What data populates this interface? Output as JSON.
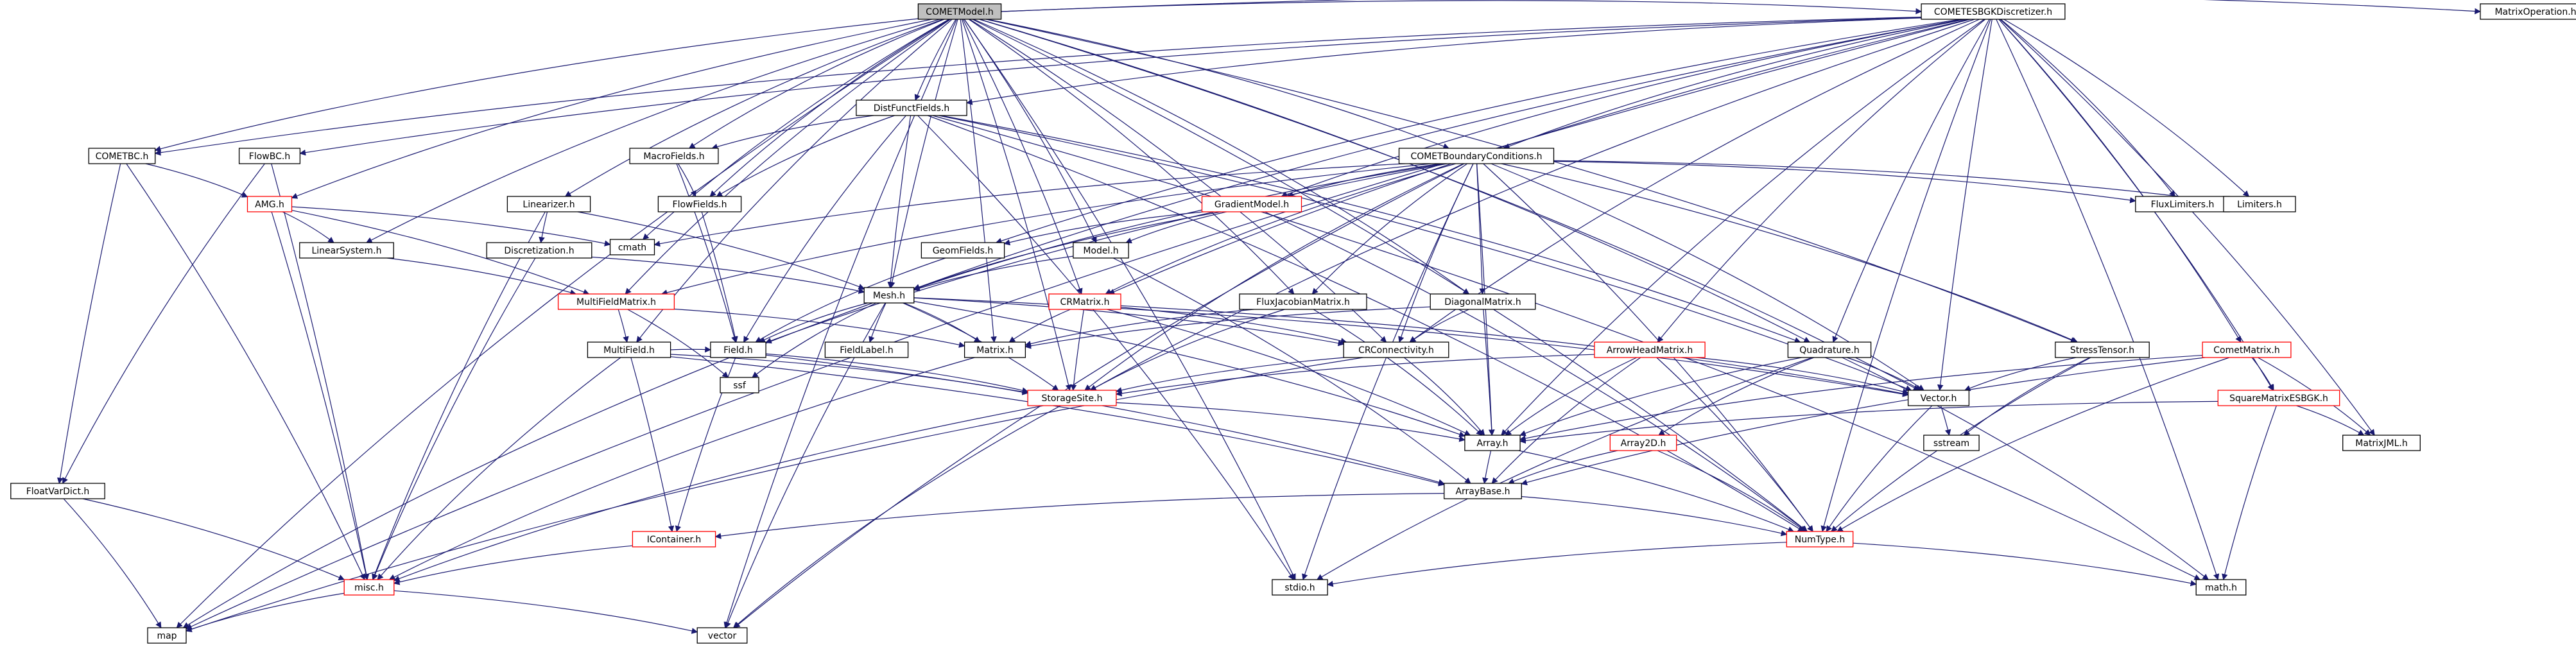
{
  "nodes": [
    {
      "id": "cometmodel",
      "label": "COMETModel.h",
      "root": true
    },
    {
      "id": "comet_esbgk",
      "label": "COMETESBGKDiscretizer.h"
    },
    {
      "id": "matrixoperation",
      "label": "MatrixOperation.h"
    },
    {
      "id": "distfunctfields",
      "label": "DistFunctFields.h"
    },
    {
      "id": "cometbc",
      "label": "COMETBC.h"
    },
    {
      "id": "flowbc",
      "label": "FlowBC.h"
    },
    {
      "id": "macrofields",
      "label": "MacroFields.h"
    },
    {
      "id": "comet_boundary",
      "label": "COMETBoundaryConditions.h"
    },
    {
      "id": "amg",
      "label": "AMG.h",
      "red": true
    },
    {
      "id": "linearizer",
      "label": "Linearizer.h"
    },
    {
      "id": "flowfields",
      "label": "FlowFields.h"
    },
    {
      "id": "gradientmodel",
      "label": "GradientModel.h",
      "red": true
    },
    {
      "id": "fluxlimiters",
      "label": "FluxLimiters.h"
    },
    {
      "id": "limiters",
      "label": "Limiters.h"
    },
    {
      "id": "linearsystem",
      "label": "LinearSystem.h"
    },
    {
      "id": "discretization",
      "label": "Discretization.h"
    },
    {
      "id": "cmath",
      "label": "cmath",
      "sys": true
    },
    {
      "id": "geomfields",
      "label": "GeomFields.h"
    },
    {
      "id": "model",
      "label": "Model.h"
    },
    {
      "id": "multifieldmatrix",
      "label": "MultiFieldMatrix.h",
      "red": true
    },
    {
      "id": "mesh",
      "label": "Mesh.h"
    },
    {
      "id": "crmatrix",
      "label": "CRMatrix.h",
      "red": true
    },
    {
      "id": "fluxjacobian",
      "label": "FluxJacobianMatrix.h"
    },
    {
      "id": "diagonalmatrix",
      "label": "DiagonalMatrix.h"
    },
    {
      "id": "multifield",
      "label": "MultiField.h"
    },
    {
      "id": "field",
      "label": "Field.h"
    },
    {
      "id": "ssf",
      "label": "ssf",
      "sys": true
    },
    {
      "id": "fieldlabel",
      "label": "FieldLabel.h"
    },
    {
      "id": "matrix",
      "label": "Matrix.h"
    },
    {
      "id": "crconnectivity",
      "label": "CRConnectivity.h"
    },
    {
      "id": "arrowheadmatrix",
      "label": "ArrowHeadMatrix.h",
      "red": true
    },
    {
      "id": "quadrature",
      "label": "Quadrature.h"
    },
    {
      "id": "stresstensor",
      "label": "StressTensor.h"
    },
    {
      "id": "cometmatrix",
      "label": "CometMatrix.h",
      "red": true
    },
    {
      "id": "storagesite",
      "label": "StorageSite.h",
      "red": true
    },
    {
      "id": "vector",
      "label": "Vector.h"
    },
    {
      "id": "squarematrix",
      "label": "SquareMatrixESBGK.h",
      "red": true
    },
    {
      "id": "matrixjml",
      "label": "MatrixJML.h"
    },
    {
      "id": "floatvardict",
      "label": "FloatVarDict.h"
    },
    {
      "id": "array",
      "label": "Array.h"
    },
    {
      "id": "sstream",
      "label": "sstream",
      "sys": true
    },
    {
      "id": "array2d",
      "label": "Array2D.h",
      "red": true
    },
    {
      "id": "arraybase",
      "label": "ArrayBase.h"
    },
    {
      "id": "icontainer",
      "label": "IContainer.h",
      "red": true
    },
    {
      "id": "numtype",
      "label": "NumType.h",
      "red": true
    },
    {
      "id": "misc",
      "label": "misc.h",
      "red": true
    },
    {
      "id": "stdio",
      "label": "stdio.h",
      "sys": true
    },
    {
      "id": "math",
      "label": "math.h",
      "sys": true
    },
    {
      "id": "map",
      "label": "map",
      "sys": true
    },
    {
      "id": "vectorstd",
      "label": "vector",
      "sys": true
    }
  ],
  "edges": [
    [
      "cometmodel",
      "comet_esbgk"
    ],
    [
      "cometmodel",
      "matrixoperation"
    ],
    [
      "cometmodel",
      "distfunctfields"
    ],
    [
      "cometmodel",
      "cometbc"
    ],
    [
      "cometmodel",
      "macrofields"
    ],
    [
      "cometmodel",
      "flowfields"
    ],
    [
      "cometmodel",
      "linearizer"
    ],
    [
      "cometmodel",
      "linearsystem"
    ],
    [
      "cometmodel",
      "amg"
    ],
    [
      "cometmodel",
      "cmath"
    ],
    [
      "cometmodel",
      "comet_boundary"
    ],
    [
      "cometmodel",
      "model"
    ],
    [
      "cometmodel",
      "mesh"
    ],
    [
      "cometmodel",
      "crmatrix"
    ],
    [
      "cometmodel",
      "fluxjacobian"
    ],
    [
      "cometmodel",
      "diagonalmatrix"
    ],
    [
      "cometmodel",
      "quadrature"
    ],
    [
      "cometmodel",
      "stresstensor"
    ],
    [
      "cometmodel",
      "multifieldmatrix"
    ],
    [
      "cometmodel",
      "multifield"
    ],
    [
      "cometmodel",
      "storagesite"
    ],
    [
      "cometmodel",
      "crconnectivity"
    ],
    [
      "cometmodel",
      "vector"
    ],
    [
      "cometmodel",
      "numtype"
    ],
    [
      "cometmodel",
      "stdio"
    ],
    [
      "cometmodel",
      "map"
    ],
    [
      "cometmodel",
      "vectorstd"
    ],
    [
      "cometmodel",
      "matrix"
    ],
    [
      "comet_esbgk",
      "distfunctfields"
    ],
    [
      "comet_esbgk",
      "cometbc"
    ],
    [
      "comet_esbgk",
      "flowbc"
    ],
    [
      "comet_esbgk",
      "comet_boundary"
    ],
    [
      "comet_esbgk",
      "gradientmodel"
    ],
    [
      "comet_esbgk",
      "fluxlimiters"
    ],
    [
      "comet_esbgk",
      "limiters"
    ],
    [
      "comet_esbgk",
      "geomfields"
    ],
    [
      "comet_esbgk",
      "mesh"
    ],
    [
      "comet_esbgk",
      "crmatrix"
    ],
    [
      "comet_esbgk",
      "crconnectivity"
    ],
    [
      "comet_esbgk",
      "arrowheadmatrix"
    ],
    [
      "comet_esbgk",
      "quadrature"
    ],
    [
      "comet_esbgk",
      "vector"
    ],
    [
      "comet_esbgk",
      "cometmatrix"
    ],
    [
      "comet_esbgk",
      "squarematrix"
    ],
    [
      "comet_esbgk",
      "matrixjml"
    ],
    [
      "comet_esbgk",
      "array"
    ],
    [
      "comet_esbgk",
      "storagesite"
    ],
    [
      "comet_esbgk",
      "numtype"
    ],
    [
      "comet_esbgk",
      "math"
    ],
    [
      "comet_esbgk",
      "map"
    ],
    [
      "distfunctfields",
      "macrofields"
    ],
    [
      "distfunctfields",
      "flowfields"
    ],
    [
      "distfunctfields",
      "field"
    ],
    [
      "distfunctfields",
      "mesh"
    ],
    [
      "distfunctfields",
      "quadrature"
    ],
    [
      "distfunctfields",
      "vector"
    ],
    [
      "distfunctfields",
      "stdio"
    ],
    [
      "distfunctfields",
      "math"
    ],
    [
      "distfunctfields",
      "numtype"
    ],
    [
      "cometbc",
      "amg"
    ],
    [
      "cometbc",
      "floatvardict"
    ],
    [
      "cometbc",
      "misc"
    ],
    [
      "flowbc",
      "floatvardict"
    ],
    [
      "flowbc",
      "misc"
    ],
    [
      "macrofields",
      "field"
    ],
    [
      "macrofields",
      "flowfields"
    ],
    [
      "flowfields",
      "field"
    ],
    [
      "comet_boundary",
      "mesh"
    ],
    [
      "comet_boundary",
      "gradientmodel"
    ],
    [
      "comet_boundary",
      "fluxlimiters"
    ],
    [
      "comet_boundary",
      "limiters"
    ],
    [
      "comet_boundary",
      "fluxjacobian"
    ],
    [
      "comet_boundary",
      "diagonalmatrix"
    ],
    [
      "comet_boundary",
      "crmatrix"
    ],
    [
      "comet_boundary",
      "multifieldmatrix"
    ],
    [
      "comet_boundary",
      "storagesite"
    ],
    [
      "comet_boundary",
      "crconnectivity"
    ],
    [
      "comet_boundary",
      "stresstensor"
    ],
    [
      "comet_boundary",
      "vector"
    ],
    [
      "comet_boundary",
      "array"
    ],
    [
      "comet_boundary",
      "numtype"
    ],
    [
      "comet_boundary",
      "stdio"
    ],
    [
      "comet_boundary",
      "vectorstd"
    ],
    [
      "comet_boundary",
      "field"
    ],
    [
      "comet_boundary",
      "cmath"
    ],
    [
      "amg",
      "linearsystem"
    ],
    [
      "amg",
      "multifieldmatrix"
    ],
    [
      "amg",
      "misc"
    ],
    [
      "amg",
      "cmath"
    ],
    [
      "linearizer",
      "discretization"
    ],
    [
      "linearizer",
      "mesh"
    ],
    [
      "linearizer",
      "misc"
    ],
    [
      "linearsystem",
      "multifieldmatrix"
    ],
    [
      "discretization",
      "mesh"
    ],
    [
      "discretization",
      "misc"
    ],
    [
      "gradientmodel",
      "geomfields"
    ],
    [
      "gradientmodel",
      "model"
    ],
    [
      "gradientmodel",
      "mesh"
    ],
    [
      "gradientmodel",
      "numtype"
    ],
    [
      "geomfields",
      "field"
    ],
    [
      "model",
      "mesh"
    ],
    [
      "model",
      "arraybase"
    ],
    [
      "mesh",
      "field"
    ],
    [
      "mesh",
      "fieldlabel"
    ],
    [
      "mesh",
      "ssf"
    ],
    [
      "mesh",
      "matrix"
    ],
    [
      "mesh",
      "storagesite"
    ],
    [
      "mesh",
      "crconnectivity"
    ],
    [
      "mesh",
      "array"
    ],
    [
      "mesh",
      "vector"
    ],
    [
      "mesh",
      "map"
    ],
    [
      "mesh",
      "vectorstd"
    ],
    [
      "multifieldmatrix",
      "multifield"
    ],
    [
      "multifieldmatrix",
      "matrix"
    ],
    [
      "multifieldmatrix",
      "ssf"
    ],
    [
      "crmatrix",
      "matrix"
    ],
    [
      "crmatrix",
      "storagesite"
    ],
    [
      "crmatrix",
      "crconnectivity"
    ],
    [
      "crmatrix",
      "array"
    ],
    [
      "crmatrix",
      "vector"
    ],
    [
      "fluxjacobian",
      "matrix"
    ],
    [
      "fluxjacobian",
      "storagesite"
    ],
    [
      "fluxjacobian",
      "array"
    ],
    [
      "diagonalmatrix",
      "matrix"
    ],
    [
      "diagonalmatrix",
      "crconnectivity"
    ],
    [
      "diagonalmatrix",
      "array"
    ],
    [
      "multifield",
      "field"
    ],
    [
      "multifield",
      "storagesite"
    ],
    [
      "multifield",
      "icontainer"
    ],
    [
      "multifield",
      "arraybase"
    ],
    [
      "multifield",
      "misc"
    ],
    [
      "field",
      "storagesite"
    ],
    [
      "field",
      "icontainer"
    ],
    [
      "field",
      "arraybase"
    ],
    [
      "matrix",
      "misc"
    ],
    [
      "crconnectivity",
      "storagesite"
    ],
    [
      "crconnectivity",
      "array"
    ],
    [
      "crconnectivity",
      "map"
    ],
    [
      "arrowheadmatrix",
      "storagesite"
    ],
    [
      "arrowheadmatrix",
      "array"
    ],
    [
      "arrowheadmatrix",
      "arraybase"
    ],
    [
      "arrowheadmatrix",
      "numtype"
    ],
    [
      "arrowheadmatrix",
      "vector"
    ],
    [
      "quadrature",
      "array"
    ],
    [
      "quadrature",
      "vector"
    ],
    [
      "quadrature",
      "math"
    ],
    [
      "quadrature",
      "array2d"
    ],
    [
      "quadrature",
      "stdio"
    ],
    [
      "stresstensor",
      "vector"
    ],
    [
      "stresstensor",
      "sstream"
    ],
    [
      "stresstensor",
      "numtype"
    ],
    [
      "cometmatrix",
      "squarematrix"
    ],
    [
      "cometmatrix",
      "matrixjml"
    ],
    [
      "cometmatrix",
      "array"
    ],
    [
      "cometmatrix",
      "numtype"
    ],
    [
      "cometmatrix",
      "arraybase"
    ],
    [
      "squarematrix",
      "matrixjml"
    ],
    [
      "squarematrix",
      "array"
    ],
    [
      "squarematrix",
      "math"
    ],
    [
      "storagesite",
      "array"
    ],
    [
      "storagesite",
      "misc"
    ],
    [
      "storagesite",
      "vectorstd"
    ],
    [
      "vector",
      "sstream"
    ],
    [
      "vector",
      "numtype"
    ],
    [
      "array",
      "arraybase"
    ],
    [
      "array",
      "numtype"
    ],
    [
      "array2d",
      "numtype"
    ],
    [
      "array2d",
      "arraybase"
    ],
    [
      "arraybase",
      "icontainer"
    ],
    [
      "arraybase",
      "numtype"
    ],
    [
      "icontainer",
      "misc"
    ],
    [
      "numtype",
      "stdio"
    ],
    [
      "numtype",
      "math"
    ],
    [
      "misc",
      "map"
    ],
    [
      "misc",
      "vectorstd"
    ],
    [
      "floatvardict",
      "map"
    ],
    [
      "floatvardict",
      "misc"
    ]
  ],
  "colors": {
    "edge": "#191970",
    "node_border": "#000000",
    "highlight_border": "#ff0000",
    "root_fill": "#bfbfbf",
    "sys_border": "#bfbfbf"
  }
}
